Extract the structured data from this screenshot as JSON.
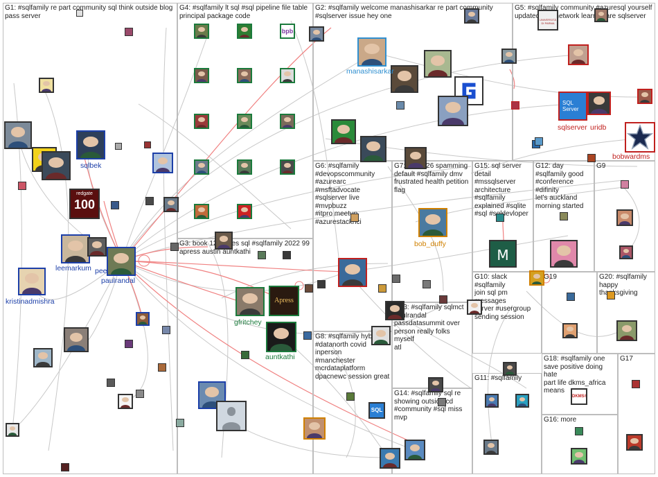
{
  "colors": {
    "edge": "#c8c8c8",
    "edge_highlight": "#f08080",
    "label_blue": "#1c3fa8",
    "label_green": "#1b7a3c",
    "label_red": "#c0201e",
    "label_orange": "#d08000",
    "label_light_blue": "#2f8fd0",
    "group_border": "#bdbdbd"
  },
  "groups": [
    {
      "id": "G1",
      "label": "G1: #sqlfamily re part community sql think outside blog\npass server"
    },
    {
      "id": "G4",
      "label": "G4: #sqlfamily lt sql #sql pipeline file table\nprincipal package code"
    },
    {
      "id": "G2",
      "label": "G2: #sqlfamily welcome manashisarkar re part community\n#sqlserver issue hey one"
    },
    {
      "id": "G5",
      "label": "G5: #sqlfamily community #azuresql yourself\nupdated one network learn share sqlserver"
    },
    {
      "id": "G6",
      "label": "G6: #sqlfamily\n#devopscommunity\n#azurearc #msftadvocate\n#sqlserver live #mvpbuzz\n#itpro meetup\n#azurestackhci"
    },
    {
      "id": "G7",
      "label": "G7: log 3226 spamming\ndefault #sqlfamily dmv\nfrustrated health petition\nflag"
    },
    {
      "id": "G15",
      "label": "G15: sql server\ndetail #mssqlserver\narchitecture\n#sqlfamily\nexplained #sqlite\n#sql #sqldevloper"
    },
    {
      "id": "G12",
      "label": "G12: day\n#sqlfamily good\n#conference #difinity\nlet's auckland\nmorning started"
    },
    {
      "id": "G9",
      "label": "G9"
    },
    {
      "id": "G3",
      "label": "G3: book 12 copies sql #sqlfamily 2022 99\napress austin auntkathi"
    },
    {
      "id": "G10",
      "label": "G10: slack #sqlfamily\njoin sql pm messages\nserver #usergroup\nsending session"
    },
    {
      "id": "G19",
      "label": "G19"
    },
    {
      "id": "G20",
      "label": "G20: #sqlfamily\nhappy\nthanksgiving"
    },
    {
      "id": "G13",
      "label": "G13: #sqlfamily sqlmct\npaulrandal\npassdatasummit over\nperson really folks myself\natl"
    },
    {
      "id": "G8",
      "label": "G8: #sqlfamily hybrid\n#datanorth covid inperson\n#manchester\nmcrdataplatform\ndpacnewc session great"
    },
    {
      "id": "G18",
      "label": "G18: #sqlfamily one\nsave positive doing hate\npart life dkms_africa\nmeans"
    },
    {
      "id": "G17",
      "label": "G17"
    },
    {
      "id": "G11",
      "label": "G11: #sqlfamily"
    },
    {
      "id": "G14",
      "label": "G14: #sqlfamily sql re\nshowing outside cd\n#community #sql miss\nmvp"
    },
    {
      "id": "G16",
      "label": "G16: more"
    }
  ],
  "named_nodes": [
    {
      "id": "sqlbek",
      "label": "sqlbek"
    },
    {
      "id": "leemarkum",
      "label": "leemarkum"
    },
    {
      "id": "pee",
      "label": "pee"
    },
    {
      "id": "paulrandal",
      "label": "paulrandal"
    },
    {
      "id": "kristinadmishra",
      "label": "kristinadmishra"
    },
    {
      "id": "gfritchey",
      "label": "gfritchey"
    },
    {
      "id": "auntkathi",
      "label": "auntkathi"
    },
    {
      "id": "manashisarkar",
      "label": "manashisarkar"
    },
    {
      "id": "sqlserver",
      "label": "sqlserver"
    },
    {
      "id": "uridb",
      "label": "uridb"
    },
    {
      "id": "bobwardms",
      "label": "bobwardms"
    },
    {
      "id": "bob_duffy",
      "label": "bob_duffy"
    }
  ],
  "avatar_badges": {
    "redgate_title": "redgate",
    "redgate_count": "100",
    "apress": "Apress",
    "sql_server": "SQL\nServer",
    "sql_badge": "SQL",
    "letter_m": "M",
    "bpb": "bpb",
    "dkms": "DKMS®",
    "universita": "UNIVERSITÀ\nDI PARMA"
  }
}
